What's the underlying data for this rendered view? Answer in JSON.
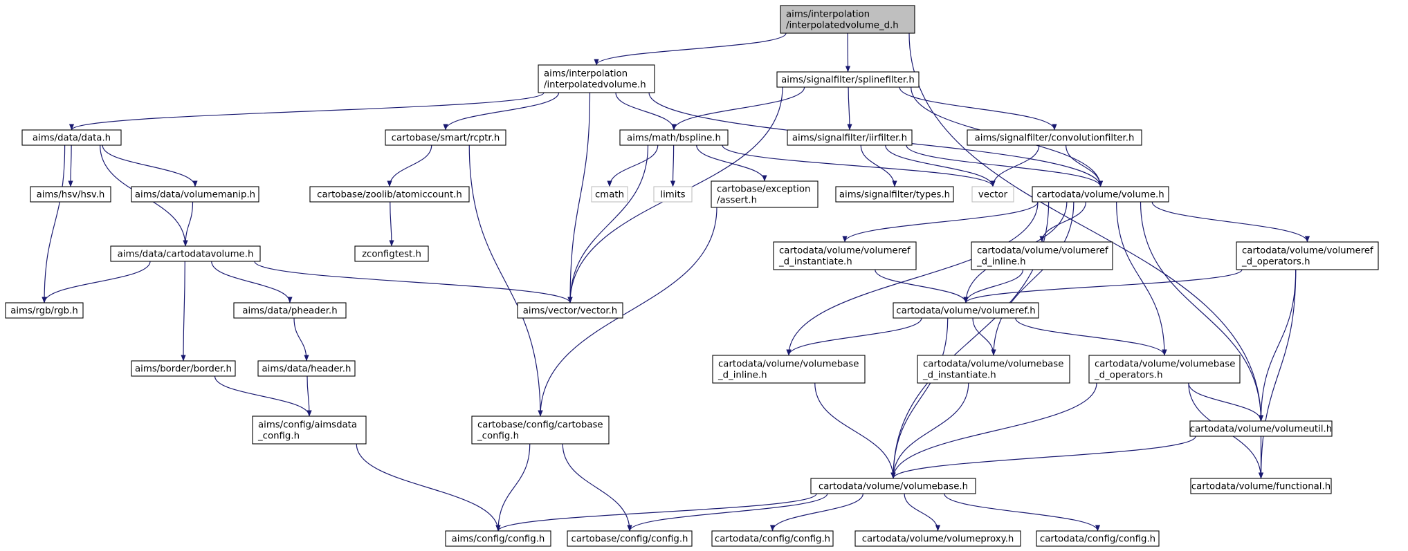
{
  "graph": {
    "title": "",
    "edge_color": "#191970",
    "node_border_color": "#000000",
    "external_border_color": "#bfbfbf",
    "external_text_color": "#999999",
    "root_fill": "#bfbfbf",
    "nodes": [
      {
        "id": "root",
        "lines": [
          "aims/interpolation",
          "/interpolatedvolume_d.h"
        ],
        "kind": "root"
      },
      {
        "id": "interp",
        "lines": [
          "aims/interpolation",
          "/interpolatedvolume.h"
        ],
        "kind": "normal"
      },
      {
        "id": "spline",
        "lines": [
          "aims/signalfilter/splinefilter.h"
        ],
        "kind": "normal"
      },
      {
        "id": "datah",
        "lines": [
          "aims/data/data.h"
        ],
        "kind": "normal"
      },
      {
        "id": "rcptr",
        "lines": [
          "cartobase/smart/rcptr.h"
        ],
        "kind": "normal"
      },
      {
        "id": "bspline",
        "lines": [
          "aims/math/bspline.h"
        ],
        "kind": "normal"
      },
      {
        "id": "iir",
        "lines": [
          "aims/signalfilter/iirfilter.h"
        ],
        "kind": "normal"
      },
      {
        "id": "conv",
        "lines": [
          "aims/signalfilter/convolutionfilter.h"
        ],
        "kind": "normal"
      },
      {
        "id": "hsv",
        "lines": [
          "aims/hsv/hsv.h"
        ],
        "kind": "normal"
      },
      {
        "id": "vmanip",
        "lines": [
          "aims/data/volumemanip.h"
        ],
        "kind": "normal"
      },
      {
        "id": "atomic",
        "lines": [
          "cartobase/zoolib/atomiccount.h"
        ],
        "kind": "normal"
      },
      {
        "id": "cmath",
        "lines": [
          "cmath"
        ],
        "kind": "external"
      },
      {
        "id": "limits",
        "lines": [
          "limits"
        ],
        "kind": "external"
      },
      {
        "id": "assert",
        "lines": [
          "cartobase/exception",
          "/assert.h"
        ],
        "kind": "normal"
      },
      {
        "id": "types",
        "lines": [
          "aims/signalfilter/types.h"
        ],
        "kind": "normal"
      },
      {
        "id": "vector",
        "lines": [
          "vector"
        ],
        "kind": "external"
      },
      {
        "id": "volume",
        "lines": [
          "cartodata/volume/volume.h"
        ],
        "kind": "normal"
      },
      {
        "id": "zconfig",
        "lines": [
          "zconfigtest.h"
        ],
        "kind": "normal"
      },
      {
        "id": "cartovol",
        "lines": [
          "aims/data/cartodatavolume.h"
        ],
        "kind": "normal"
      },
      {
        "id": "vrinst",
        "lines": [
          "cartodata/volume/volumeref",
          "_d_instantiate.h"
        ],
        "kind": "normal"
      },
      {
        "id": "vrinline",
        "lines": [
          "cartodata/volume/volumeref",
          "_d_inline.h"
        ],
        "kind": "normal"
      },
      {
        "id": "vrops",
        "lines": [
          "cartodata/volume/volumeref",
          "_d_operators.h"
        ],
        "kind": "normal"
      },
      {
        "id": "rgb",
        "lines": [
          "aims/rgb/rgb.h"
        ],
        "kind": "normal"
      },
      {
        "id": "aimsvector",
        "lines": [
          "aims/vector/vector.h"
        ],
        "kind": "normal"
      },
      {
        "id": "pheader",
        "lines": [
          "aims/data/pheader.h"
        ],
        "kind": "normal"
      },
      {
        "id": "volumeref",
        "lines": [
          "cartodata/volume/volumeref.h"
        ],
        "kind": "normal"
      },
      {
        "id": "border",
        "lines": [
          "aims/border/border.h"
        ],
        "kind": "normal"
      },
      {
        "id": "header",
        "lines": [
          "aims/data/header.h"
        ],
        "kind": "normal"
      },
      {
        "id": "vbinline",
        "lines": [
          "cartodata/volume/volumebase",
          "_d_inline.h"
        ],
        "kind": "normal"
      },
      {
        "id": "vbinst",
        "lines": [
          "cartodata/volume/volumebase",
          "_d_instantiate.h"
        ],
        "kind": "normal"
      },
      {
        "id": "vbops",
        "lines": [
          "cartodata/volume/volumebase",
          "_d_operators.h"
        ],
        "kind": "normal"
      },
      {
        "id": "aimsdataconf",
        "lines": [
          "aims/config/aimsdata",
          "_config.h"
        ],
        "kind": "normal"
      },
      {
        "id": "cbconf",
        "lines": [
          "cartobase/config/cartobase",
          "_config.h"
        ],
        "kind": "normal"
      },
      {
        "id": "vutil",
        "lines": [
          "cartodata/volume/volumeutil.h"
        ],
        "kind": "normal"
      },
      {
        "id": "vbase",
        "lines": [
          "cartodata/volume/volumebase.h"
        ],
        "kind": "normal"
      },
      {
        "id": "functional",
        "lines": [
          "cartodata/volume/functional.h"
        ],
        "kind": "normal"
      },
      {
        "id": "aimsconfig",
        "lines": [
          "aims/config/config.h"
        ],
        "kind": "normal"
      },
      {
        "id": "cbconfig",
        "lines": [
          "cartobase/config/config.h"
        ],
        "kind": "normal"
      },
      {
        "id": "cdconfig1",
        "lines": [
          "cartodata/config/config.h"
        ],
        "kind": "normal"
      },
      {
        "id": "vproxy",
        "lines": [
          "cartodata/volume/volumeproxy.h"
        ],
        "kind": "normal"
      },
      {
        "id": "cdconfig2",
        "lines": [
          "cartodata/config/config.h"
        ],
        "kind": "normal"
      }
    ],
    "edges": [
      {
        "from": "root",
        "to": "interp"
      },
      {
        "from": "root",
        "to": "spline"
      },
      {
        "from": "root",
        "to": "vutil"
      },
      {
        "from": "interp",
        "to": "datah"
      },
      {
        "from": "interp",
        "to": "rcptr"
      },
      {
        "from": "interp",
        "to": "bspline"
      },
      {
        "from": "interp",
        "to": "aimsvector"
      },
      {
        "from": "interp",
        "to": "volume"
      },
      {
        "from": "spline",
        "to": "bspline"
      },
      {
        "from": "spline",
        "to": "iir"
      },
      {
        "from": "spline",
        "to": "conv"
      },
      {
        "from": "spline",
        "to": "aimsvector"
      },
      {
        "from": "spline",
        "to": "volume"
      },
      {
        "from": "datah",
        "to": "hsv"
      },
      {
        "from": "datah",
        "to": "vmanip"
      },
      {
        "from": "datah",
        "to": "cartovol"
      },
      {
        "from": "datah",
        "to": "rgb"
      },
      {
        "from": "rcptr",
        "to": "atomic"
      },
      {
        "from": "rcptr",
        "to": "cbconf"
      },
      {
        "from": "bspline",
        "to": "cmath"
      },
      {
        "from": "bspline",
        "to": "limits"
      },
      {
        "from": "bspline",
        "to": "assert"
      },
      {
        "from": "bspline",
        "to": "vector"
      },
      {
        "from": "bspline",
        "to": "aimsvector"
      },
      {
        "from": "iir",
        "to": "types"
      },
      {
        "from": "iir",
        "to": "vector"
      },
      {
        "from": "iir",
        "to": "volume"
      },
      {
        "from": "conv",
        "to": "vector"
      },
      {
        "from": "conv",
        "to": "volume"
      },
      {
        "from": "vmanip",
        "to": "cartovol"
      },
      {
        "from": "atomic",
        "to": "zconfig"
      },
      {
        "from": "assert",
        "to": "cbconf"
      },
      {
        "from": "volume",
        "to": "vrinst"
      },
      {
        "from": "volume",
        "to": "vrinline"
      },
      {
        "from": "volume",
        "to": "vrops"
      },
      {
        "from": "volume",
        "to": "volumeref"
      },
      {
        "from": "volume",
        "to": "vbinline"
      },
      {
        "from": "volume",
        "to": "vbinst"
      },
      {
        "from": "volume",
        "to": "vbops"
      },
      {
        "from": "volume",
        "to": "vutil"
      },
      {
        "from": "volume",
        "to": "vbase"
      },
      {
        "from": "cartovol",
        "to": "rgb"
      },
      {
        "from": "cartovol",
        "to": "aimsvector"
      },
      {
        "from": "cartovol",
        "to": "pheader"
      },
      {
        "from": "cartovol",
        "to": "border"
      },
      {
        "from": "vrinst",
        "to": "volumeref"
      },
      {
        "from": "vrinline",
        "to": "volumeref"
      },
      {
        "from": "vrops",
        "to": "volumeref"
      },
      {
        "from": "vrops",
        "to": "vutil"
      },
      {
        "from": "vrops",
        "to": "functional"
      },
      {
        "from": "pheader",
        "to": "header"
      },
      {
        "from": "volumeref",
        "to": "vbinline"
      },
      {
        "from": "volumeref",
        "to": "vbinst"
      },
      {
        "from": "volumeref",
        "to": "vbops"
      },
      {
        "from": "volumeref",
        "to": "vbase"
      },
      {
        "from": "border",
        "to": "aimsdataconf"
      },
      {
        "from": "header",
        "to": "aimsdataconf"
      },
      {
        "from": "vbinline",
        "to": "vbase"
      },
      {
        "from": "vbinst",
        "to": "vbase"
      },
      {
        "from": "vbops",
        "to": "vbase"
      },
      {
        "from": "vbops",
        "to": "vutil"
      },
      {
        "from": "vbops",
        "to": "functional"
      },
      {
        "from": "aimsdataconf",
        "to": "aimsconfig"
      },
      {
        "from": "cbconf",
        "to": "aimsconfig"
      },
      {
        "from": "cbconf",
        "to": "cbconfig"
      },
      {
        "from": "vutil",
        "to": "vbase"
      },
      {
        "from": "vutil",
        "to": "functional"
      },
      {
        "from": "vbase",
        "to": "aimsconfig"
      },
      {
        "from": "vbase",
        "to": "cbconfig"
      },
      {
        "from": "vbase",
        "to": "cdconfig1"
      },
      {
        "from": "vbase",
        "to": "vproxy"
      },
      {
        "from": "vbase",
        "to": "cdconfig2"
      }
    ]
  }
}
